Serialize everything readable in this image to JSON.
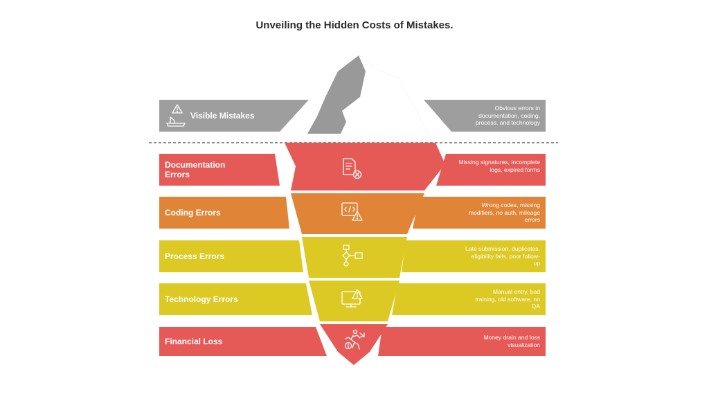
{
  "title": "Unveiling the Hidden Costs of Mistakes.",
  "colors": {
    "gray": "#9e9e9e",
    "red": "#e55a57",
    "orange": "#e08537",
    "yellow": "#ddc923",
    "white": "#ffffff"
  },
  "bands": [
    {
      "label": "Visible Mistakes",
      "description": "Obvious errors in documentation, coding, process, and technology",
      "color": "gray",
      "icon": "warning-ship-icon"
    },
    {
      "label": "Documentation Errors",
      "description": "Missing signatures, incomplete logs, expired forms",
      "color": "red",
      "icon": "document-error-icon"
    },
    {
      "label": "Coding Errors",
      "description": "Wrong codes, missing modifiers, no auth, mileage errors",
      "color": "orange",
      "icon": "code-warning-icon"
    },
    {
      "label": "Process Errors",
      "description": "Late submission, duplicates, eligibility fails, poor follow-up",
      "color": "yellow",
      "icon": "flowchart-icon"
    },
    {
      "label": "Technology Errors",
      "description": "Manual entry, bad training, old software, no QA",
      "color": "yellow",
      "icon": "monitor-warning-icon"
    },
    {
      "label": "Financial Loss",
      "description": "Money drain and loss visualization",
      "color": "red",
      "icon": "money-loss-icon"
    }
  ]
}
